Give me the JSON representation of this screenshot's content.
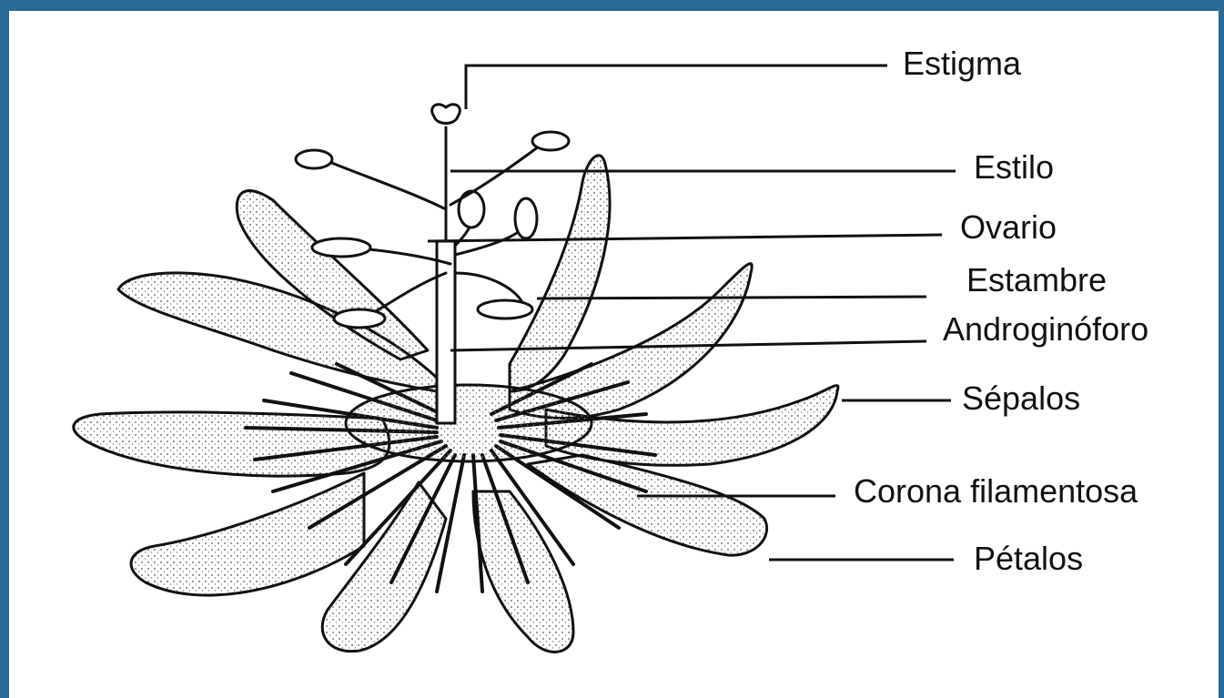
{
  "diagram": {
    "labels": {
      "estigma": "Estigma",
      "estilo": "Estilo",
      "ovario": "Ovario",
      "estambre": "Estambre",
      "androginoforo": "Androginóforo",
      "sepalos": "Sépalos",
      "corona": "Corona filamentosa",
      "petalos": "Pétalos"
    },
    "colors": {
      "frame": "#2a6a96",
      "ink": "#111111"
    }
  }
}
